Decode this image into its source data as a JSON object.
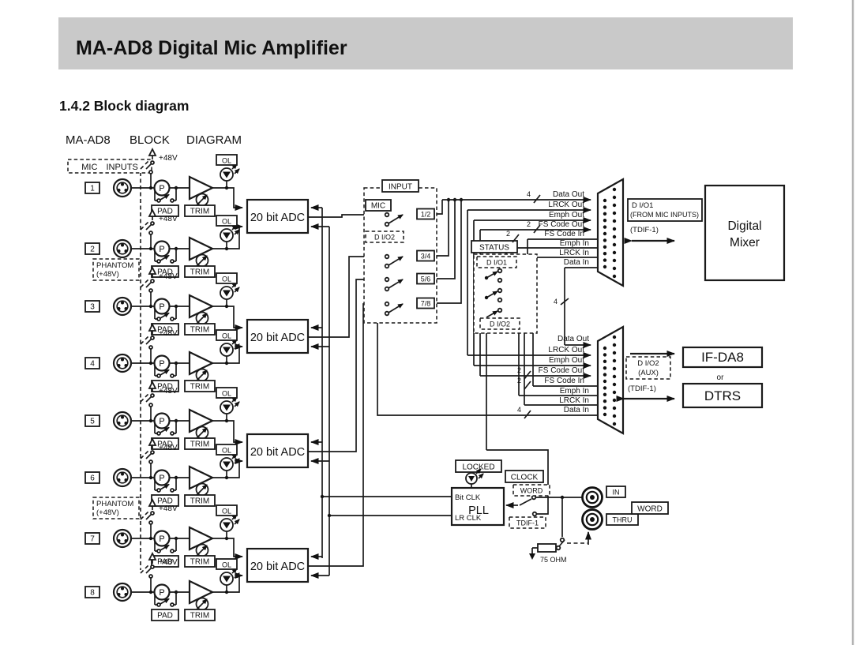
{
  "page": {
    "header_title": "MA-AD8 Digital Mic Amplifier",
    "section_heading": "1.4.2 Block diagram",
    "caption_word1": "MA-AD8",
    "caption_word2": "BLOCK",
    "caption_word3": "DIAGRAM"
  },
  "diagram": {
    "mic_inputs_label": "MIC INPUTS",
    "phantom_label_line1": "PHANTOM",
    "phantom_label_line2": "(+48V)",
    "channels": [
      "1",
      "2",
      "3",
      "4",
      "5",
      "6",
      "7",
      "8"
    ],
    "channel_labels": {
      "phantom_voltage": "+48V",
      "preamp": "P",
      "pad": "PAD",
      "trim": "TRIM",
      "overload": "OL"
    },
    "adc_label": "20 bit ADC",
    "input_section": {
      "title": "INPUT",
      "mic": "MIC",
      "dio2": "D I/O2",
      "pairs": [
        "1/2",
        "3/4",
        "5/6",
        "7/8"
      ]
    },
    "status_section": {
      "title": "STATUS",
      "dio1": "D I/O1",
      "dio2": "D I/O2"
    },
    "conn1_signals": [
      {
        "label": "Data Out",
        "bus": "4"
      },
      {
        "label": "LRCK Out",
        "bus": ""
      },
      {
        "label": "Emph Out",
        "bus": ""
      },
      {
        "label": "FS Code Out",
        "bus": "2"
      },
      {
        "label": "FS Code In",
        "bus": "2"
      },
      {
        "label": "Emph In",
        "bus": ""
      },
      {
        "label": "LRCK In",
        "bus": ""
      },
      {
        "label": "Data In",
        "bus": ""
      }
    ],
    "conn2_signals": [
      {
        "label": "Data Out",
        "bus": ""
      },
      {
        "label": "LRCK Out",
        "bus": ""
      },
      {
        "label": "Emph Out",
        "bus": ""
      },
      {
        "label": "FS Code Out",
        "bus": "2"
      },
      {
        "label": "FS Code In",
        "bus": "2"
      },
      {
        "label": "Emph In",
        "bus": ""
      },
      {
        "label": "LRCK In",
        "bus": ""
      },
      {
        "label": "Data In",
        "bus": "4"
      }
    ],
    "inter_bus": "4",
    "dio1_port": {
      "line1": "D I/O1",
      "line2": "(FROM MIC INPUTS)",
      "format": "(TDIF-1)"
    },
    "dio2_port": {
      "line1": "D I/O2",
      "line2": "(AUX)",
      "format": "(TDIF-1)"
    },
    "digital_mixer_line1": "Digital",
    "digital_mixer_line2": "Mixer",
    "ifda8": "IF-DA8",
    "or_label": "or",
    "dtrs": "DTRS",
    "clock_section": {
      "locked": "LOCKED",
      "clock": "CLOCK",
      "word": "WORD",
      "tdif": "TDIF-1",
      "pll": "PLL",
      "bit_clk": "Bit CLK",
      "lr_clk": "LR CLK"
    },
    "word_io": {
      "in": "IN",
      "thru": "THRU",
      "word": "WORD",
      "termination": "75 OHM"
    }
  }
}
